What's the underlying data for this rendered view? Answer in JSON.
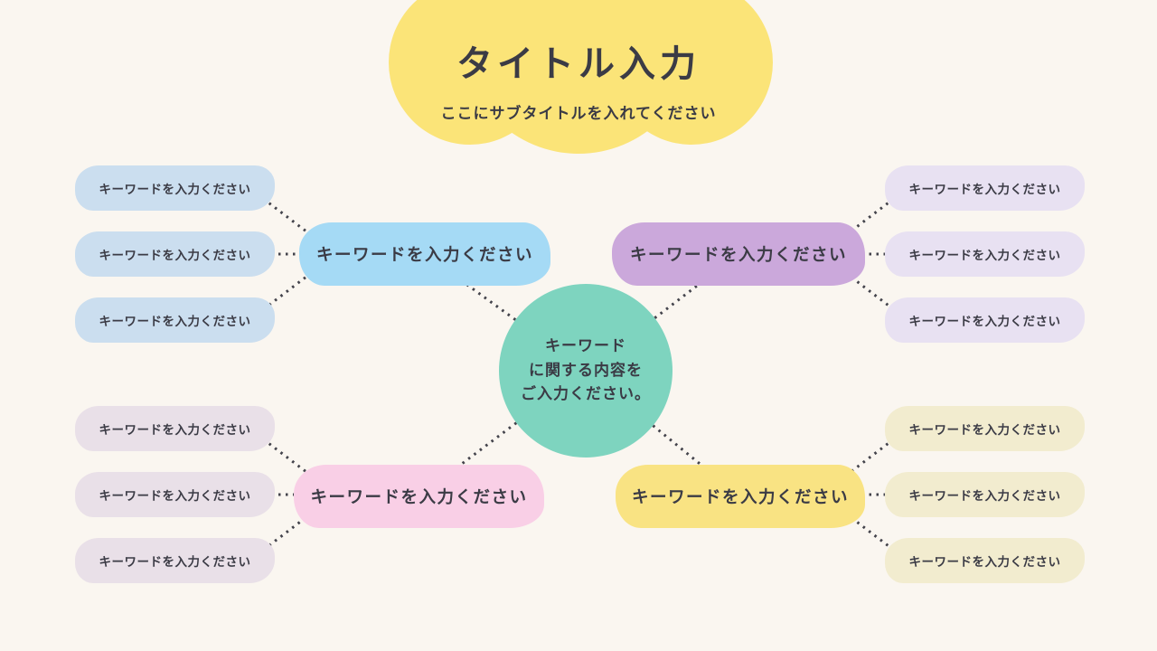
{
  "header": {
    "title": "タイトル入力",
    "subtitle": "ここにサブタイトルを入れてください"
  },
  "center_node": {
    "lines": [
      "キーワード",
      "に関する内容を",
      "ご入力ください。"
    ]
  },
  "branches": {
    "top_left": {
      "label": "キーワードを入力ください",
      "children": [
        "キーワードを入力ください",
        "キーワードを入力ください",
        "キーワードを入力ください"
      ]
    },
    "top_right": {
      "label": "キーワードを入力ください",
      "children": [
        "キーワードを入力ください",
        "キーワードを入力ください",
        "キーワードを入力ください"
      ]
    },
    "bottom_left": {
      "label": "キーワードを入力ください",
      "children": [
        "キーワードを入力ください",
        "キーワードを入力ください",
        "キーワードを入力ください"
      ]
    },
    "bottom_right": {
      "label": "キーワードを入力ください",
      "children": [
        "キーワードを入力ください",
        "キーワードを入力ください",
        "キーワードを入力ください"
      ]
    }
  },
  "colors": {
    "background": "#faf6f0",
    "header_cloud": "#fbe478",
    "center_node": "#7ed4bf",
    "connector_dots": "#43434b",
    "text": "#3b3b45",
    "top_left": {
      "main": "#a5daf5",
      "child": "#cbdeef"
    },
    "top_right": {
      "main": "#cba8db",
      "child": "#e8e1f2"
    },
    "bottom_left": {
      "main": "#f9cfe6",
      "child": "#e9e0e8"
    },
    "bottom_right": {
      "main": "#f9e383",
      "child": "#f2eccf"
    }
  }
}
